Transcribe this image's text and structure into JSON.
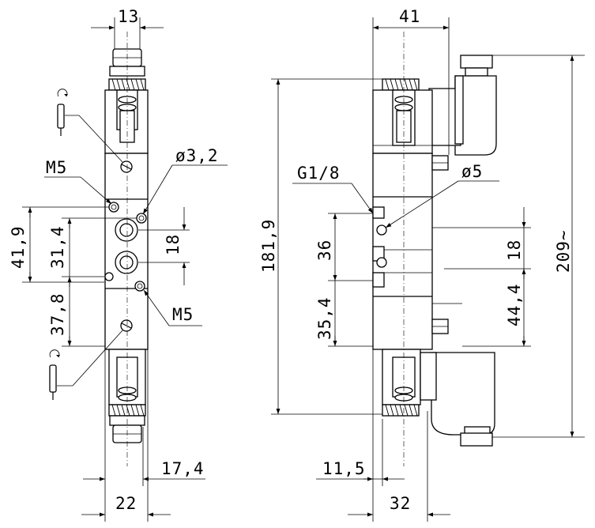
{
  "dimensions": {
    "left_view": {
      "width_top": "13",
      "thread_top": "M5",
      "thread_bottom": "M5",
      "bore": "ø3,2",
      "height_total": "41,9",
      "height_mid": "31,4",
      "spacing_ports": "18",
      "height_lower": "37,8",
      "offset_right": "17,4",
      "width_bottom": "22"
    },
    "right_view": {
      "width_top": "41",
      "port_thread": "G1/8",
      "port_dia": "ø5",
      "height_total": "181,9",
      "height_overall": "209~",
      "spacing_ports_a": "36",
      "spacing_ports_b": "35,4",
      "spacing_right": "18",
      "height_right": "44,4",
      "offset_bottom": "11,5",
      "width_bottom": "32"
    }
  }
}
